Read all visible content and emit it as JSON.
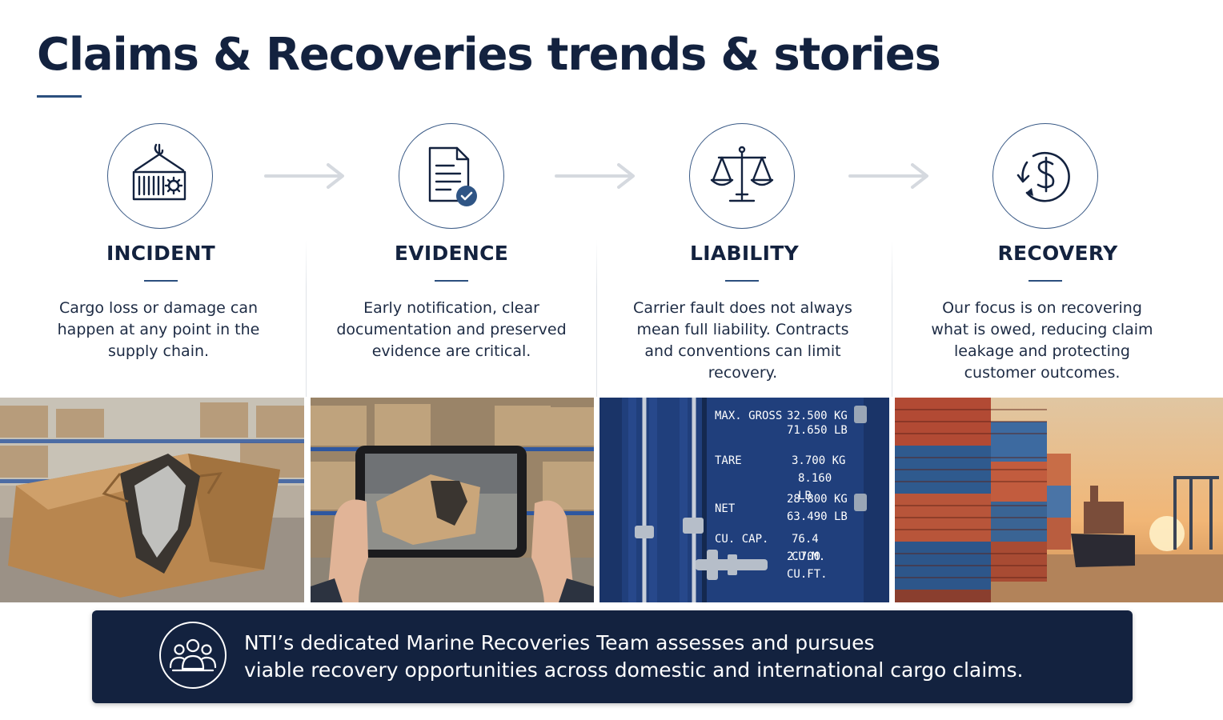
{
  "page": {
    "title": "Claims & Recoveries trends & stories"
  },
  "steps": [
    {
      "label": "INCIDENT",
      "icon": "cargo-container-hoist-icon",
      "description": "Cargo loss or damage can happen at any point in the supply chain.",
      "photo": "damaged-cardboard-box-photo"
    },
    {
      "label": "EVIDENCE",
      "icon": "document-check-icon",
      "description": "Early notification, clear documentation and preserved evidence are critical.",
      "photo": "tablet-photographing-damaged-box-photo"
    },
    {
      "label": "LIABILITY",
      "icon": "scales-of-justice-icon",
      "description": "Carrier fault does not always mean full liability. Contracts and conventions can limit recovery.",
      "photo": "shipping-container-door-photo"
    },
    {
      "label": "RECOVERY",
      "icon": "dollar-cycle-icon",
      "description": "Our focus is on recovering what is owed, reducing claim leakage and protecting customer outcomes.",
      "photo": "container-port-sunset-photo"
    }
  ],
  "container_plate": {
    "rows": [
      {
        "label": "MAX. GROSS",
        "v1": "32.500 KG",
        "v2": "71.650 LB"
      },
      {
        "label": "TARE",
        "v1": "3.700 KG",
        "v2": "8.160 LB"
      },
      {
        "label": "NET",
        "v1": "28.800 KG",
        "v2": "63.490 LB"
      },
      {
        "label": "CU. CAP.",
        "v1": "76.4 CU.M.",
        "v2": "2.700 CU.FT."
      }
    ]
  },
  "banner": {
    "icon": "team-group-icon",
    "line1": "NTI’s dedicated Marine Recoveries Team assesses and pursues",
    "line2": "viable recovery opportunities across domestic and international cargo claims."
  },
  "colors": {
    "navy": "#13223f",
    "accent": "#2b4f7e",
    "badge": "#2f5585",
    "arrow": "#d5d9df",
    "container_blue": "#203f7c"
  }
}
